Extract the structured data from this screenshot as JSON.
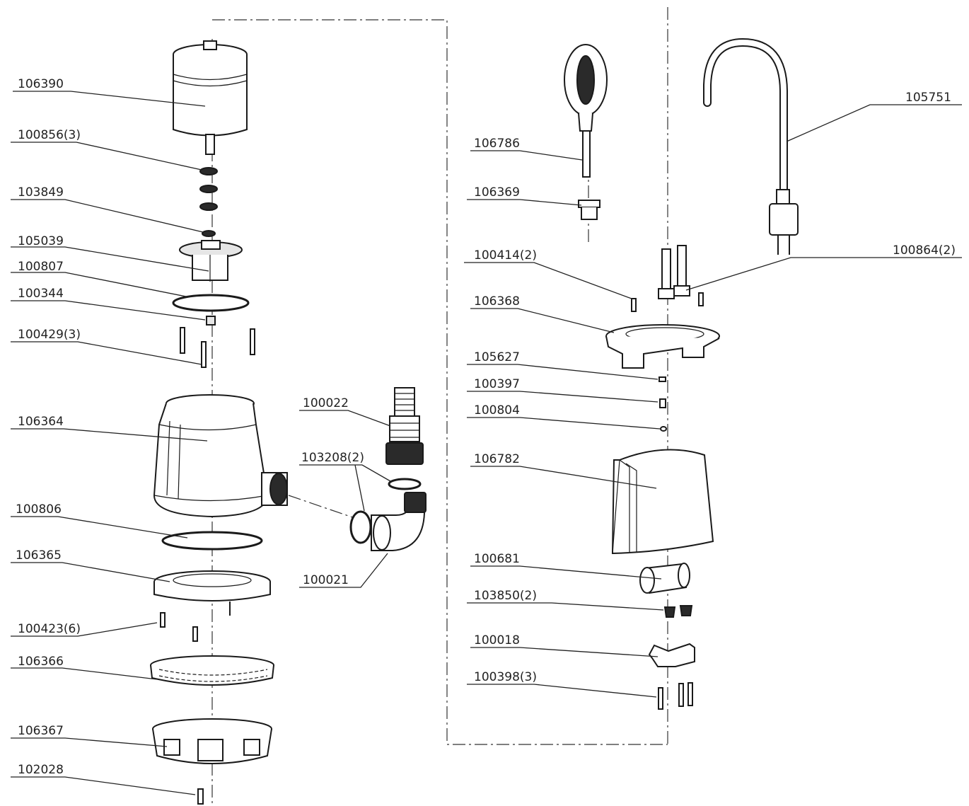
{
  "parts": [
    {
      "id": "p-106390",
      "label": "106390"
    },
    {
      "id": "p-100856",
      "label": "100856(3)"
    },
    {
      "id": "p-103849",
      "label": "103849"
    },
    {
      "id": "p-105039",
      "label": "105039"
    },
    {
      "id": "p-100807",
      "label": "100807"
    },
    {
      "id": "p-100344",
      "label": "100344"
    },
    {
      "id": "p-100429",
      "label": "100429(3)"
    },
    {
      "id": "p-106364",
      "label": "106364"
    },
    {
      "id": "p-100806",
      "label": "100806"
    },
    {
      "id": "p-106365",
      "label": "106365"
    },
    {
      "id": "p-100423",
      "label": "100423(6)"
    },
    {
      "id": "p-106366",
      "label": "106366"
    },
    {
      "id": "p-106367",
      "label": "106367"
    },
    {
      "id": "p-102028",
      "label": "102028"
    },
    {
      "id": "p-100022",
      "label": "100022"
    },
    {
      "id": "p-103208",
      "label": "103208(2)"
    },
    {
      "id": "p-100021",
      "label": "100021"
    },
    {
      "id": "p-106786",
      "label": "106786"
    },
    {
      "id": "p-106369",
      "label": "106369"
    },
    {
      "id": "p-100414",
      "label": "100414(2)"
    },
    {
      "id": "p-106368",
      "label": "106368"
    },
    {
      "id": "p-105627",
      "label": "105627"
    },
    {
      "id": "p-100397",
      "label": "100397"
    },
    {
      "id": "p-100804",
      "label": "100804"
    },
    {
      "id": "p-106782",
      "label": "106782"
    },
    {
      "id": "p-100681",
      "label": "100681"
    },
    {
      "id": "p-103850",
      "label": "103850(2)"
    },
    {
      "id": "p-100018",
      "label": "100018"
    },
    {
      "id": "p-100398",
      "label": "100398(3)"
    },
    {
      "id": "p-105751",
      "label": "105751"
    },
    {
      "id": "p-100864",
      "label": "100864(2)"
    }
  ]
}
